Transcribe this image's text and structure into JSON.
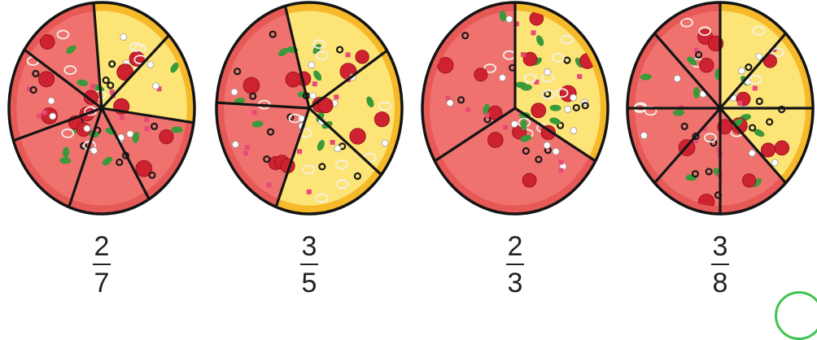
{
  "colors": {
    "shaded_crust": "#e65956",
    "shaded_fill": "#f0726e",
    "unshaded_crust": "#f6b92a",
    "unshaded_fill": "#fde476",
    "outline": "#151515",
    "pepperoni": "#cf2230",
    "olive": "#1a1a1a",
    "basil": "#3a9a3a",
    "mushroom": "#ffffff",
    "ham": "#e84a78",
    "badge": "#3fc34f"
  },
  "icons": [
    "pizza-icon"
  ],
  "pizzas": [
    {
      "numerator": "2",
      "denominator": "7",
      "shaded": 5,
      "slices": 7
    },
    {
      "numerator": "3",
      "denominator": "5",
      "shaded": 2,
      "slices": 5
    },
    {
      "numerator": "2",
      "denominator": "3",
      "shaded": 2,
      "slices": 3
    },
    {
      "numerator": "3",
      "denominator": "8",
      "shaded": 5,
      "slices": 8
    }
  ]
}
